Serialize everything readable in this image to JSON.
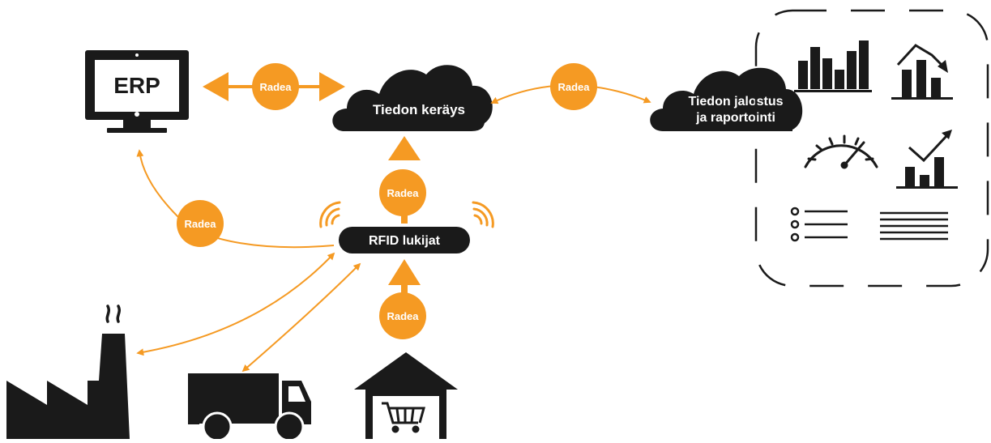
{
  "nodes": {
    "erp": "ERP",
    "cloud_collect": "Tiedon keräys",
    "cloud_process_line1": "Tiedon jalostus",
    "cloud_process_line2": "ja raportointi",
    "rfid": "RFID lukijat"
  },
  "connector_label": "Radea",
  "colors": {
    "accent": "#F59A23",
    "dark": "#1A1A1A",
    "background": "#FFFFFF"
  },
  "icons": {
    "erp": "monitor-icon",
    "factory": "factory-icon",
    "truck": "truck-icon",
    "warehouse": "warehouse-cart-icon",
    "report_panel": [
      "bar-chart-icon",
      "trend-down-chart-icon",
      "gauge-icon",
      "trend-up-chart-icon",
      "list-icon",
      "text-lines-icon"
    ]
  }
}
